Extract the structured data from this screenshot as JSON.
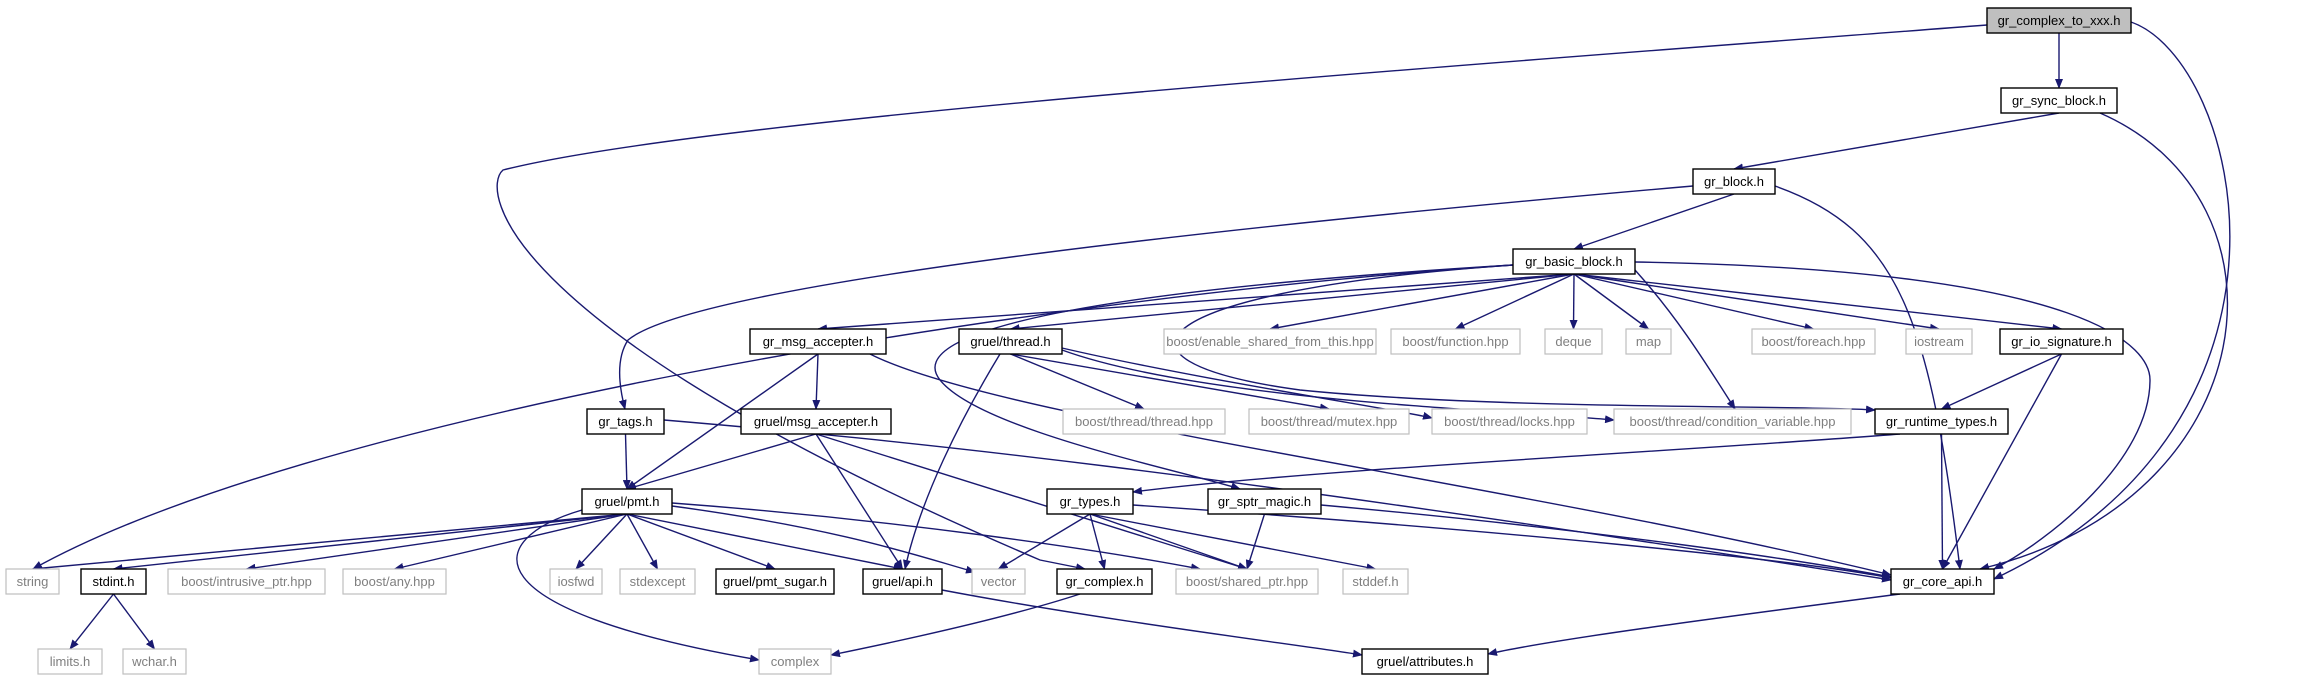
{
  "graph": {
    "edge_color": "#191970",
    "colors": {
      "local_border": "#000000",
      "system_border": "#bfbfbf",
      "system_text": "#7f7f7f",
      "root_fill": "#bfbfbf"
    },
    "nodes": [
      {
        "id": "gr_complex_to_xxx_h",
        "label": "gr_complex_to_xxx.h",
        "kind": "root"
      },
      {
        "id": "gr_sync_block_h",
        "label": "gr_sync_block.h",
        "kind": "local"
      },
      {
        "id": "gr_block_h",
        "label": "gr_block.h",
        "kind": "local"
      },
      {
        "id": "gr_basic_block_h",
        "label": "gr_basic_block.h",
        "kind": "local"
      },
      {
        "id": "gr_msg_accepter_h",
        "label": "gr_msg_accepter.h",
        "kind": "local"
      },
      {
        "id": "gruel_thread_h",
        "label": "gruel/thread.h",
        "kind": "local"
      },
      {
        "id": "boost_enable_shared",
        "label": "boost/enable_shared_from_this.hpp",
        "kind": "system"
      },
      {
        "id": "boost_function",
        "label": "boost/function.hpp",
        "kind": "system"
      },
      {
        "id": "deque",
        "label": "deque",
        "kind": "system"
      },
      {
        "id": "map",
        "label": "map",
        "kind": "system"
      },
      {
        "id": "boost_foreach",
        "label": "boost/foreach.hpp",
        "kind": "system"
      },
      {
        "id": "iostream",
        "label": "iostream",
        "kind": "system"
      },
      {
        "id": "gr_io_signature_h",
        "label": "gr_io_signature.h",
        "kind": "local"
      },
      {
        "id": "gr_tags_h",
        "label": "gr_tags.h",
        "kind": "local"
      },
      {
        "id": "gruel_msg_accepter_h",
        "label": "gruel/msg_accepter.h",
        "kind": "local"
      },
      {
        "id": "boost_thread_thread",
        "label": "boost/thread/thread.hpp",
        "kind": "system"
      },
      {
        "id": "boost_thread_mutex",
        "label": "boost/thread/mutex.hpp",
        "kind": "system"
      },
      {
        "id": "boost_thread_locks",
        "label": "boost/thread/locks.hpp",
        "kind": "system"
      },
      {
        "id": "boost_thread_cv",
        "label": "boost/thread/condition_variable.hpp",
        "kind": "system"
      },
      {
        "id": "gr_runtime_types_h",
        "label": "gr_runtime_types.h",
        "kind": "local"
      },
      {
        "id": "gruel_pmt_h",
        "label": "gruel/pmt.h",
        "kind": "local"
      },
      {
        "id": "gr_types_h",
        "label": "gr_types.h",
        "kind": "local"
      },
      {
        "id": "gr_sptr_magic_h",
        "label": "gr_sptr_magic.h",
        "kind": "local"
      },
      {
        "id": "string",
        "label": "string",
        "kind": "system"
      },
      {
        "id": "stdint_h",
        "label": "stdint.h",
        "kind": "local"
      },
      {
        "id": "boost_intrusive_ptr",
        "label": "boost/intrusive_ptr.hpp",
        "kind": "system"
      },
      {
        "id": "boost_any",
        "label": "boost/any.hpp",
        "kind": "system"
      },
      {
        "id": "iosfwd",
        "label": "iosfwd",
        "kind": "system"
      },
      {
        "id": "stdexcept",
        "label": "stdexcept",
        "kind": "system"
      },
      {
        "id": "gruel_pmt_sugar_h",
        "label": "gruel/pmt_sugar.h",
        "kind": "local"
      },
      {
        "id": "gruel_api_h",
        "label": "gruel/api.h",
        "kind": "local"
      },
      {
        "id": "vector",
        "label": "vector",
        "kind": "system"
      },
      {
        "id": "gr_complex_h",
        "label": "gr_complex.h",
        "kind": "local"
      },
      {
        "id": "boost_shared_ptr",
        "label": "boost/shared_ptr.hpp",
        "kind": "system"
      },
      {
        "id": "stddef_h",
        "label": "stddef.h",
        "kind": "system"
      },
      {
        "id": "gr_core_api_h",
        "label": "gr_core_api.h",
        "kind": "local"
      },
      {
        "id": "limits_h",
        "label": "limits.h",
        "kind": "system"
      },
      {
        "id": "wchar_h",
        "label": "wchar.h",
        "kind": "system"
      },
      {
        "id": "complex",
        "label": "complex",
        "kind": "system"
      },
      {
        "id": "gruel_attributes_h",
        "label": "gruel/attributes.h",
        "kind": "local"
      }
    ],
    "edges": [
      [
        "gr_complex_to_xxx_h",
        "gr_sync_block_h"
      ],
      [
        "gr_complex_to_xxx_h",
        "gr_core_api_h"
      ],
      [
        "gr_complex_to_xxx_h",
        "gr_complex_h"
      ],
      [
        "gr_sync_block_h",
        "gr_block_h"
      ],
      [
        "gr_sync_block_h",
        "gr_core_api_h"
      ],
      [
        "gr_block_h",
        "gr_basic_block_h"
      ],
      [
        "gr_block_h",
        "gr_tags_h"
      ],
      [
        "gr_block_h",
        "gr_core_api_h"
      ],
      [
        "gr_basic_block_h",
        "gr_msg_accepter_h"
      ],
      [
        "gr_basic_block_h",
        "gruel_thread_h"
      ],
      [
        "gr_basic_block_h",
        "boost_enable_shared"
      ],
      [
        "gr_basic_block_h",
        "boost_function"
      ],
      [
        "gr_basic_block_h",
        "deque"
      ],
      [
        "gr_basic_block_h",
        "map"
      ],
      [
        "gr_basic_block_h",
        "boost_foreach"
      ],
      [
        "gr_basic_block_h",
        "iostream"
      ],
      [
        "gr_basic_block_h",
        "gr_io_signature_h"
      ],
      [
        "gr_basic_block_h",
        "string"
      ],
      [
        "gr_basic_block_h",
        "gr_sptr_magic_h"
      ],
      [
        "gr_basic_block_h",
        "gr_runtime_types_h"
      ],
      [
        "gr_basic_block_h",
        "boost_thread_cv"
      ],
      [
        "gr_basic_block_h",
        "gr_core_api_h"
      ],
      [
        "gr_msg_accepter_h",
        "gruel_msg_accepter_h"
      ],
      [
        "gr_msg_accepter_h",
        "gruel_pmt_h"
      ],
      [
        "gr_msg_accepter_h",
        "gr_core_api_h"
      ],
      [
        "gruel_thread_h",
        "boost_thread_thread"
      ],
      [
        "gruel_thread_h",
        "boost_thread_mutex"
      ],
      [
        "gruel_thread_h",
        "boost_thread_locks"
      ],
      [
        "gruel_thread_h",
        "boost_thread_cv"
      ],
      [
        "gruel_thread_h",
        "gruel_api_h"
      ],
      [
        "gr_io_signature_h",
        "gr_runtime_types_h"
      ],
      [
        "gr_io_signature_h",
        "gr_core_api_h"
      ],
      [
        "gr_tags_h",
        "gruel_pmt_h"
      ],
      [
        "gr_tags_h",
        "gr_core_api_h"
      ],
      [
        "gruel_msg_accepter_h",
        "gruel_pmt_h"
      ],
      [
        "gruel_msg_accepter_h",
        "gruel_api_h"
      ],
      [
        "gruel_msg_accepter_h",
        "boost_shared_ptr"
      ],
      [
        "gr_runtime_types_h",
        "gr_types_h"
      ],
      [
        "gr_runtime_types_h",
        "gr_core_api_h"
      ],
      [
        "gruel_pmt_h",
        "string"
      ],
      [
        "gruel_pmt_h",
        "stdint_h"
      ],
      [
        "gruel_pmt_h",
        "boost_intrusive_ptr"
      ],
      [
        "gruel_pmt_h",
        "boost_any"
      ],
      [
        "gruel_pmt_h",
        "iosfwd"
      ],
      [
        "gruel_pmt_h",
        "stdexcept"
      ],
      [
        "gruel_pmt_h",
        "gruel_pmt_sugar_h"
      ],
      [
        "gruel_pmt_h",
        "gruel_api_h"
      ],
      [
        "gruel_pmt_h",
        "vector"
      ],
      [
        "gruel_pmt_h",
        "boost_shared_ptr"
      ],
      [
        "gruel_pmt_h",
        "complex"
      ],
      [
        "gr_types_h",
        "vector"
      ],
      [
        "gr_types_h",
        "gr_complex_h"
      ],
      [
        "gr_types_h",
        "boost_shared_ptr"
      ],
      [
        "gr_types_h",
        "stddef_h"
      ],
      [
        "gr_types_h",
        "gr_core_api_h"
      ],
      [
        "gr_sptr_magic_h",
        "boost_shared_ptr"
      ],
      [
        "gr_sptr_magic_h",
        "gr_core_api_h"
      ],
      [
        "stdint_h",
        "limits_h"
      ],
      [
        "stdint_h",
        "wchar_h"
      ],
      [
        "gr_complex_h",
        "complex"
      ],
      [
        "gruel_api_h",
        "gruel_attributes_h"
      ],
      [
        "gr_core_api_h",
        "gruel_attributes_h"
      ]
    ]
  }
}
